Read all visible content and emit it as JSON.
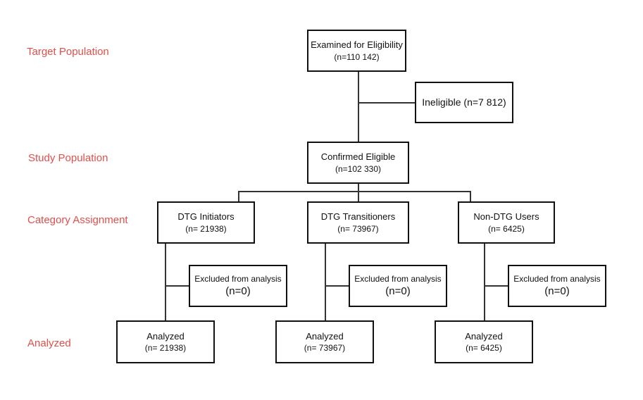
{
  "stages": {
    "target": "Target Population",
    "study": "Study Population",
    "category": "Category Assignment",
    "analyzed": "Analyzed"
  },
  "nodes": {
    "examined": {
      "title": "Examined for Eligibility",
      "count": "(n=110 142)"
    },
    "ineligible": {
      "text": "Ineligible (n=7 812)"
    },
    "confirmed": {
      "title": "Confirmed Eligible",
      "count": "(n=102 330)"
    },
    "dtg_initiators": {
      "title": "DTG Initiators",
      "count": "(n= 21938)"
    },
    "dtg_transitioners": {
      "title": "DTG Transitioners",
      "count": "(n= 73967)"
    },
    "non_dtg_users": {
      "title": "Non-DTG Users",
      "count": "(n= 6425)"
    },
    "excluded_1": {
      "title": "Excluded from analysis",
      "count": "(n=0)"
    },
    "excluded_2": {
      "title": "Excluded from analysis",
      "count": "(n=0)"
    },
    "excluded_3": {
      "title": "Excluded from analysis",
      "count": "(n=0)"
    },
    "analyzed_1": {
      "title": "Analyzed",
      "count": "(n= 21938)"
    },
    "analyzed_2": {
      "title": "Analyzed",
      "count": "(n= 73967)"
    },
    "analyzed_3": {
      "title": "Analyzed",
      "count": "(n= 6425)"
    }
  }
}
